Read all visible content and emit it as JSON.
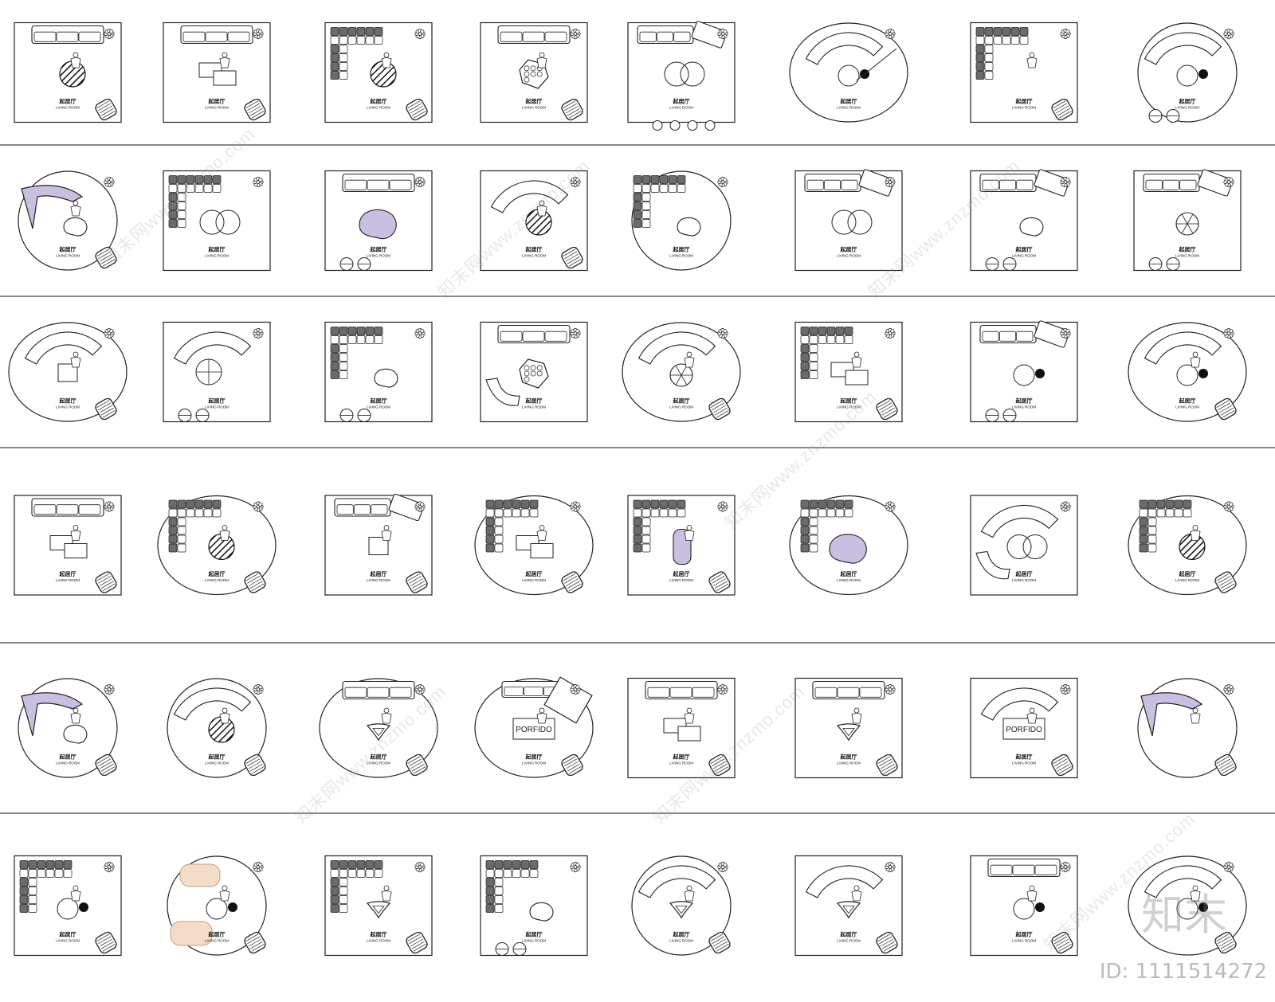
{
  "sheet": {
    "plan_label_cn": "起居厅",
    "plan_label_en": "LIVING ROOM",
    "rug_text": "PORFIDO",
    "watermark_text": "知末网www.znzmo.com",
    "brand_mark": "知末",
    "image_id": "ID: 1111514272",
    "colors": {
      "line": "#222222",
      "dark_cushion": "#6b6b6b",
      "light_cushion": "#ffffff",
      "accent_lavender": "#c9bfe0",
      "accent_peach": "#f3dcc8",
      "band_border": "#444444"
    }
  },
  "rows": [
    {
      "name": "row-1",
      "plans": [
        {
          "shape": "rect",
          "features": [
            "sofa",
            "armchair",
            "stripe-table"
          ],
          "label": true
        },
        {
          "shape": "rect",
          "features": [
            "sofa",
            "coffee-table",
            "armchair"
          ],
          "label": true
        },
        {
          "shape": "rect",
          "features": [
            "modular-grid",
            "stripe-table",
            "armchair"
          ],
          "label": true
        },
        {
          "shape": "rect",
          "features": [
            "sofa",
            "stone-table",
            "armchair"
          ],
          "label": true
        },
        {
          "shape": "rect",
          "features": [
            "sectional",
            "round-tables",
            "stools"
          ],
          "label": true
        },
        {
          "shape": "oval",
          "features": [
            "curved-sofa",
            "round-table",
            "lamp"
          ],
          "label": true
        },
        {
          "shape": "rect",
          "features": [
            "modular-grid",
            "armchair"
          ],
          "label": true
        },
        {
          "shape": "circle",
          "features": [
            "curved-sofa",
            "round-table",
            "chairs"
          ],
          "label": true
        }
      ]
    },
    {
      "name": "row-2",
      "plans": [
        {
          "shape": "circle",
          "features": [
            "lavender-sofa",
            "blob-table",
            "armchair"
          ],
          "label": true
        },
        {
          "shape": "rect",
          "features": [
            "modular-grid",
            "round-tables"
          ],
          "label": true
        },
        {
          "shape": "rect",
          "features": [
            "lavender-rug",
            "sofa",
            "chairs"
          ],
          "label": true
        },
        {
          "shape": "rect",
          "features": [
            "curved-sofa",
            "stripe-table",
            "armchair"
          ],
          "label": true
        },
        {
          "shape": "circle",
          "features": [
            "modular-grid",
            "blob-table"
          ],
          "label": true
        },
        {
          "shape": "rect",
          "features": [
            "sectional",
            "round-tables"
          ],
          "label": true
        },
        {
          "shape": "rect",
          "features": [
            "sectional",
            "blob-table",
            "chairs"
          ],
          "label": true
        },
        {
          "shape": "rect",
          "features": [
            "sectional",
            "wheel-table",
            "chairs"
          ],
          "label": true
        }
      ]
    },
    {
      "name": "row-3",
      "plans": [
        {
          "shape": "oval",
          "features": [
            "curved-sofa",
            "square-table",
            "armchair"
          ],
          "label": true
        },
        {
          "shape": "rect",
          "features": [
            "curved-sofa",
            "cross-table",
            "chairs"
          ],
          "label": true
        },
        {
          "shape": "rect",
          "features": [
            "modular-grid",
            "blob-table",
            "chairs"
          ],
          "label": true
        },
        {
          "shape": "rect",
          "features": [
            "stone-table",
            "lounge-chair",
            "sofa"
          ],
          "label": true
        },
        {
          "shape": "oval",
          "features": [
            "curved-sofa",
            "wheel-table",
            "armchair"
          ],
          "label": true
        },
        {
          "shape": "rect",
          "features": [
            "modular-grid",
            "coffee-table",
            "armchair"
          ],
          "label": true
        },
        {
          "shape": "rect",
          "features": [
            "sectional",
            "round-table",
            "chairs"
          ],
          "label": true
        },
        {
          "shape": "oval",
          "features": [
            "curved-sofa",
            "round-table",
            "armchair"
          ],
          "label": true
        }
      ]
    },
    {
      "name": "row-4",
      "plans": [
        {
          "shape": "rect",
          "features": [
            "sofa",
            "coffee-table",
            "armchair"
          ],
          "label": true
        },
        {
          "shape": "oval",
          "features": [
            "modular-grid",
            "stripe-table",
            "armchair"
          ],
          "label": true
        },
        {
          "shape": "rect",
          "features": [
            "sectional",
            "square-table",
            "armchair"
          ],
          "label": true
        },
        {
          "shape": "oval",
          "features": [
            "modular-grid",
            "coffee-table",
            "armchair"
          ],
          "label": true
        },
        {
          "shape": "rect",
          "features": [
            "modular-grid",
            "lavender-table",
            "armchair"
          ],
          "label": true
        },
        {
          "shape": "oval",
          "features": [
            "modular-grid",
            "lavender-rug"
          ],
          "label": true
        },
        {
          "shape": "rect",
          "features": [
            "curved-sofa",
            "round-tables",
            "lounge-chair"
          ],
          "label": true
        },
        {
          "shape": "oval",
          "features": [
            "modular-grid",
            "stripe-table",
            "armchair"
          ],
          "label": true
        }
      ]
    },
    {
      "name": "row-5",
      "plans": [
        {
          "shape": "circle",
          "features": [
            "lavender-sofa",
            "blob-table",
            "armchair"
          ],
          "label": true
        },
        {
          "shape": "circle",
          "features": [
            "curved-sofa",
            "stripe-table",
            "armchair"
          ],
          "label": true
        },
        {
          "shape": "oval",
          "features": [
            "sofa",
            "tri-table",
            "armchair"
          ],
          "label": true
        },
        {
          "shape": "oval",
          "features": [
            "porfido-rug",
            "daybed",
            "armchair"
          ],
          "label": true
        },
        {
          "shape": "rect",
          "features": [
            "sofa",
            "coffee-table",
            "armchair"
          ],
          "label": true
        },
        {
          "shape": "rect",
          "features": [
            "sofa",
            "tri-table",
            "armchair"
          ],
          "label": true
        },
        {
          "shape": "rect",
          "features": [
            "curved-sofa",
            "porfido-rug",
            "armchair"
          ],
          "label": true
        },
        {
          "shape": "circle",
          "features": [
            "lavender-sofa",
            "armchair"
          ],
          "label": false
        }
      ]
    },
    {
      "name": "row-6",
      "plans": [
        {
          "shape": "rect",
          "features": [
            "modular-grid",
            "round-table",
            "armchair"
          ],
          "label": true
        },
        {
          "shape": "circle",
          "features": [
            "peach-sofa",
            "round-table",
            "armchair"
          ],
          "label": true
        },
        {
          "shape": "rect",
          "features": [
            "modular-grid",
            "tri-table",
            "armchair"
          ],
          "label": true
        },
        {
          "shape": "rect",
          "features": [
            "modular-grid",
            "blob-table",
            "chairs"
          ],
          "label": true
        },
        {
          "shape": "circle",
          "features": [
            "curved-sofa",
            "tri-table",
            "armchair"
          ],
          "label": true
        },
        {
          "shape": "rect",
          "features": [
            "curved-sofa",
            "tri-table",
            "armchair"
          ],
          "label": true
        },
        {
          "shape": "rect",
          "features": [
            "sofa",
            "round-table",
            "armchair"
          ],
          "label": true
        },
        {
          "shape": "oval",
          "features": [
            "curved-sofa",
            "round-table",
            "armchair"
          ],
          "label": false
        }
      ]
    }
  ]
}
